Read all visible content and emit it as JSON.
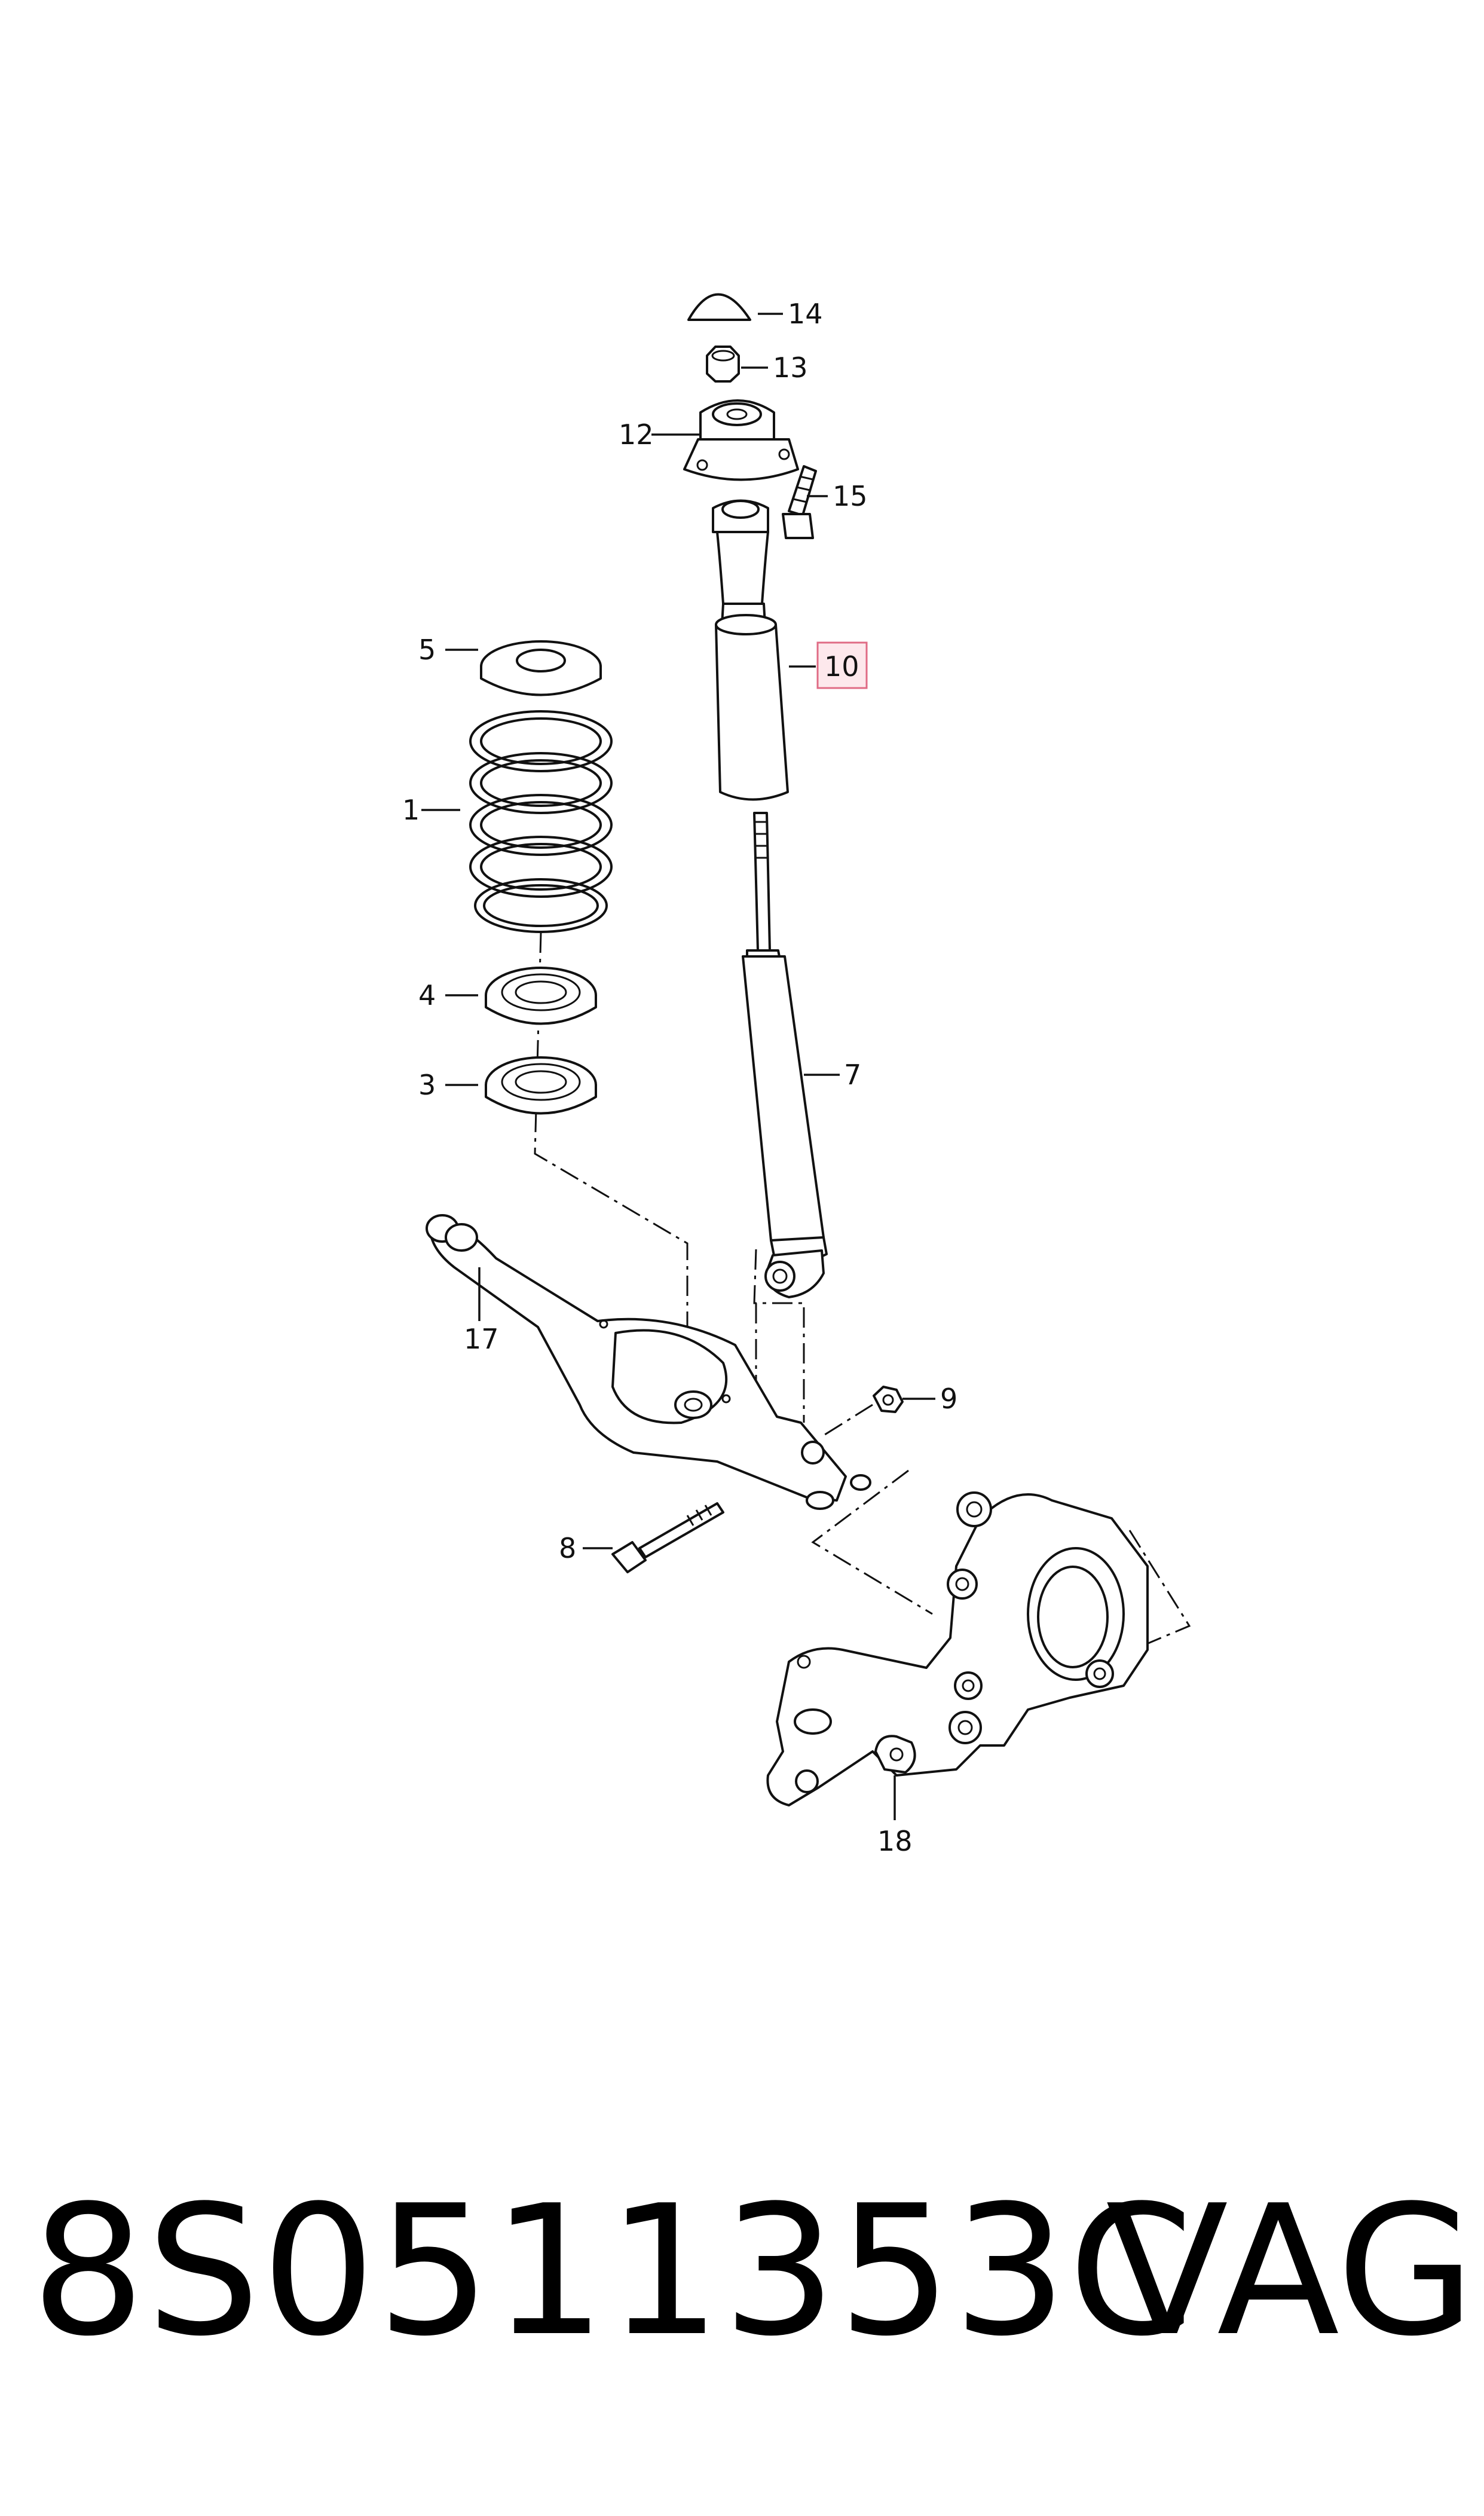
{
  "callouts": {
    "c1": "1",
    "c3": "3",
    "c4": "4",
    "c5": "5",
    "c7": "7",
    "c8": "8",
    "c9": "9",
    "c10": "10",
    "c12": "12",
    "c13": "13",
    "c14": "14",
    "c15": "15",
    "c17": "17",
    "c18": "18"
  },
  "highlighted_callout": "10",
  "highlight_color": "#e06b85",
  "footer": {
    "part_number": "8S0511353C",
    "brand": "VAG"
  }
}
